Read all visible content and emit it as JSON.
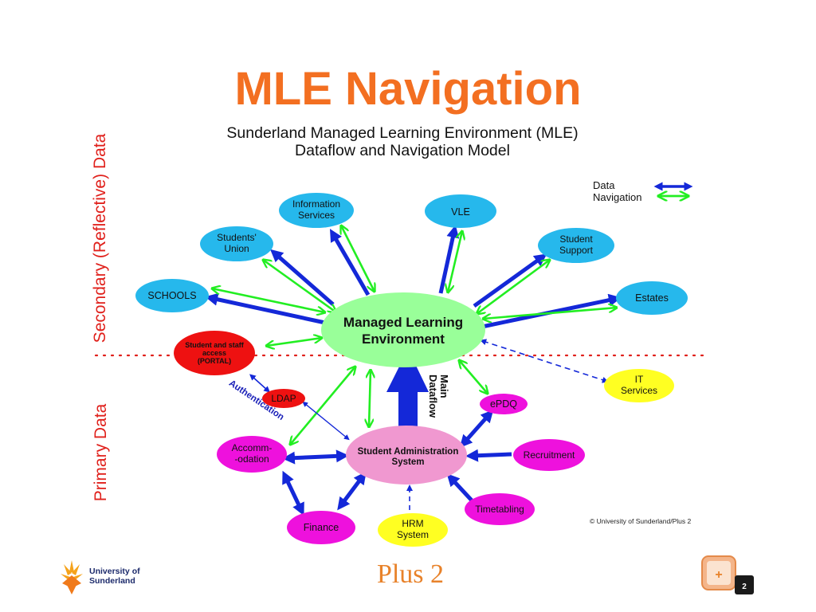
{
  "slide": {
    "title": "MLE Navigation",
    "subtitle_line1": "Sunderland Managed Learning Environment (MLE)",
    "subtitle_line2": "Dataflow and Navigation Model",
    "secondary_label": "Secondary (Reflective) Data",
    "primary_label": "Primary Data",
    "footer_center": "Plus 2",
    "copyright": "© University of Sunderland/Plus 2",
    "university_line1": "University of",
    "university_line2": "Sunderland",
    "plus_logo_text": "+",
    "plus_logo_number": "2"
  },
  "legend": {
    "data": "Data",
    "navigation": "Navigation",
    "data_color": "#1428d8",
    "navigation_color": "#22ee22"
  },
  "nodes": {
    "mle": [
      "Managed Learning",
      "Environment"
    ],
    "sas": [
      "Student Administration",
      "System"
    ],
    "information_services": [
      "Information",
      "Services"
    ],
    "vle": [
      "VLE"
    ],
    "students_union": [
      "Students'",
      "Union"
    ],
    "student_support": [
      "Student",
      "Support"
    ],
    "schools": [
      "SCHOOLS"
    ],
    "estates": [
      "Estates"
    ],
    "portal": [
      "Student and staff",
      "access",
      "(PORTAL)"
    ],
    "it_services": [
      "IT",
      "Services"
    ],
    "ldap": [
      "LDAP"
    ],
    "epdq": [
      "ePDQ"
    ],
    "accommodation": [
      "Accomm-",
      "-odation"
    ],
    "recruitment": [
      "Recruitment"
    ],
    "finance": [
      "Finance"
    ],
    "hrm": [
      "HRM",
      "System"
    ],
    "timetabling": [
      "Timetabling"
    ]
  },
  "labels": {
    "main_dataflow": [
      "Main",
      "Dataflow"
    ],
    "authentication": "Authentication"
  },
  "colors": {
    "title": "#f36f21",
    "blue_node": "#26b8ec",
    "mle_node": "#99ff99",
    "sas_node": "#f098d0",
    "red_node": "#ee1111",
    "magenta_node": "#ee11dd",
    "yellow_node": "#ffff22",
    "side_label": "#e0201b"
  }
}
